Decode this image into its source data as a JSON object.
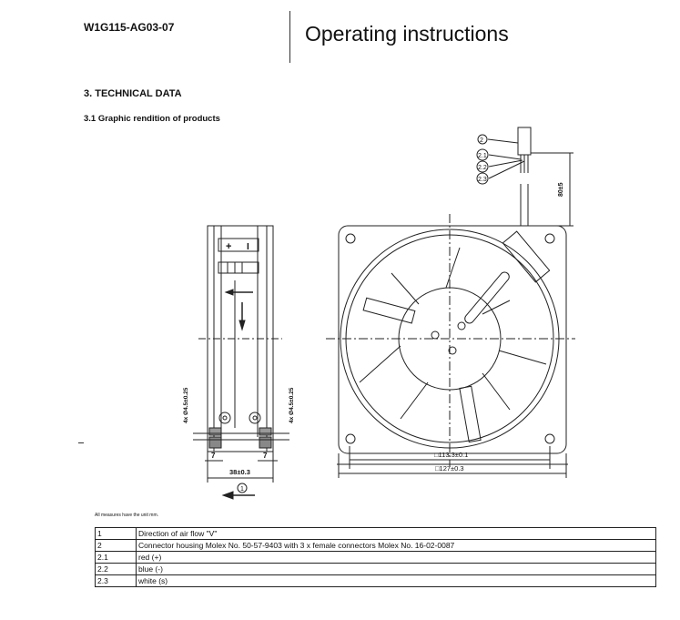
{
  "header": {
    "doc_id": "W1G115-AG03-07",
    "title": "Operating instructions"
  },
  "section": {
    "heading": "3. TECHNICAL DATA",
    "subheading": "3.1 Graphic rendition of products"
  },
  "drawing": {
    "side_view": {
      "plus": "+",
      "minus": "I",
      "hole_label_left": "4x Ø4.5±0.25",
      "hole_label_right": "4x Ø4.5±0.25",
      "dim_left": "7",
      "dim_right": "7",
      "depth": "38±0.3",
      "airflow_callout": "1"
    },
    "front_view": {
      "inner_dim": "□113.3±0.1",
      "outer_dim": "□127±0.3",
      "cable_length": "80±5",
      "callouts": [
        "2",
        "2.1",
        "2.2",
        "2.3"
      ]
    }
  },
  "note": "All measures have the unit mm.",
  "legend_table": [
    {
      "id": "1",
      "desc": "Direction of air flow \"V\""
    },
    {
      "id": "2",
      "desc": "Connector housing Molex No. 50-57-9403 with 3 x female connectors Molex No. 16-02-0087"
    },
    {
      "id": "2.1",
      "desc": "red (+)"
    },
    {
      "id": "2.2",
      "desc": "blue (-)"
    },
    {
      "id": "2.3",
      "desc": "white (s)"
    }
  ]
}
